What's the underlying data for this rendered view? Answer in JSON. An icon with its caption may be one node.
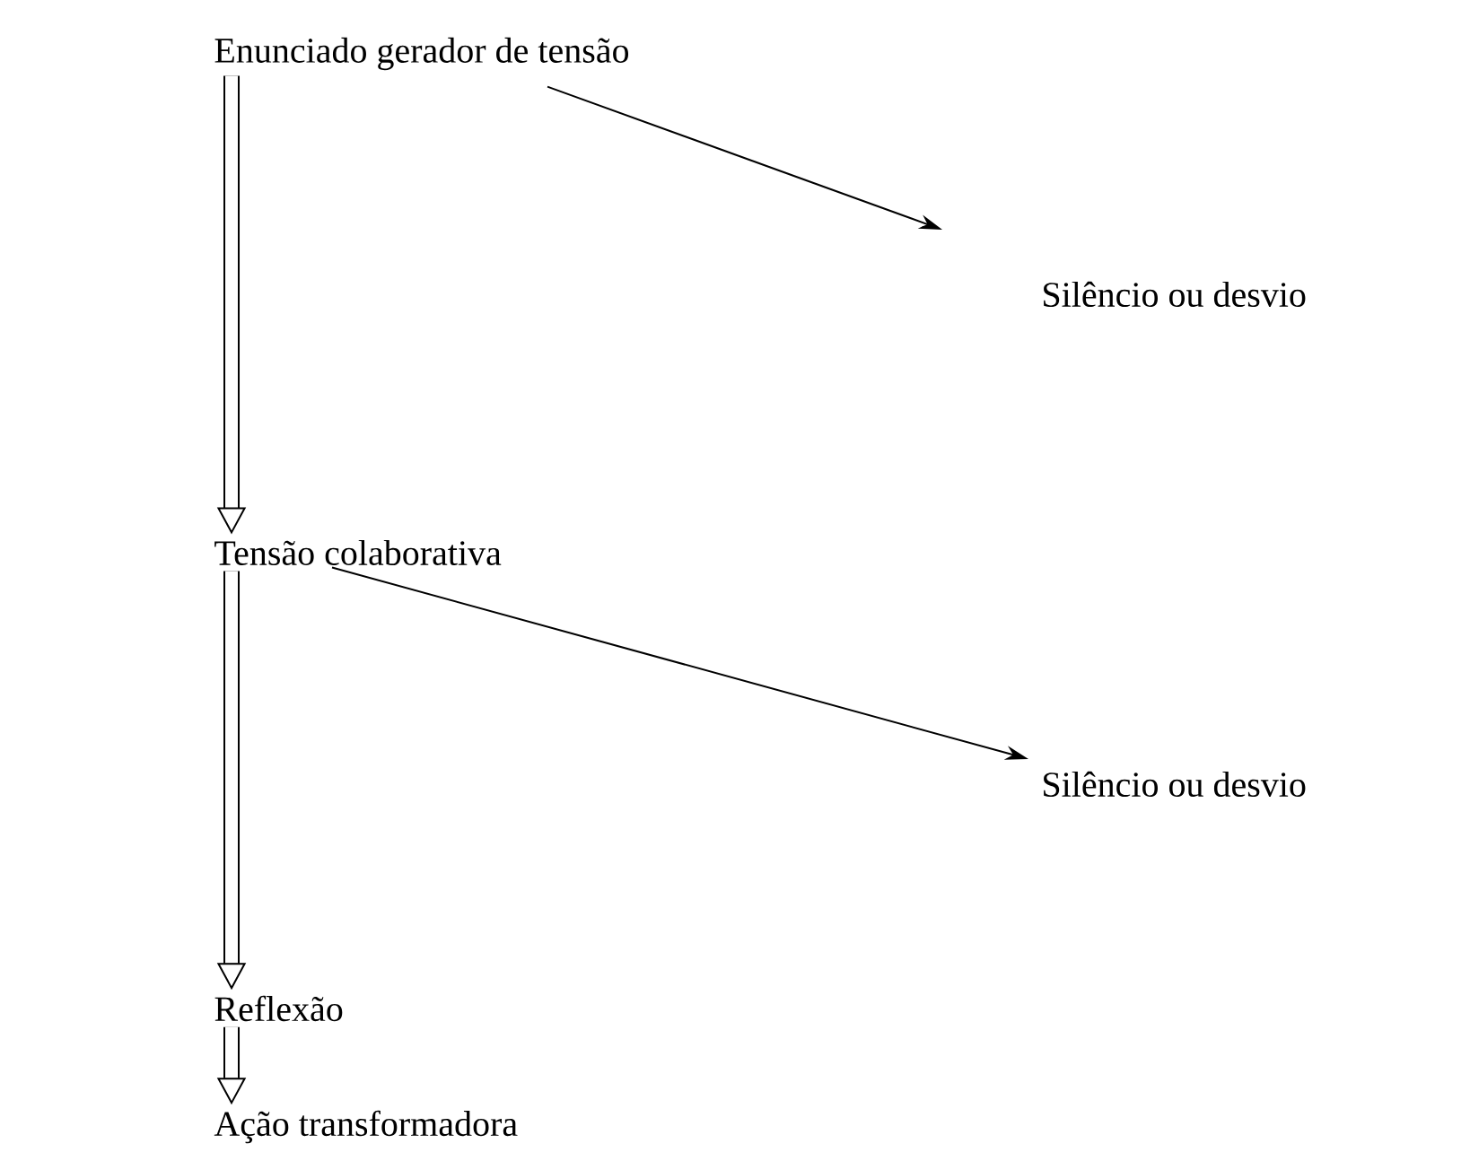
{
  "diagram": {
    "nodes": [
      {
        "text": [
          "Enunciado gerador de tensão"
        ]
      },
      {
        "text": [
          "Silêncio ou desvio"
        ]
      },
      {
        "text": [
          "Tensão colaborativa"
        ]
      },
      {
        "text": [
          "Silêncio ou desvio"
        ]
      },
      {
        "text": [
          "Reflexão"
        ]
      },
      {
        "text": [
          "Ação transformadora"
        ]
      }
    ],
    "edges": [
      {
        "from": 0,
        "to": 2,
        "arrow": "to"
      },
      {
        "from": 0,
        "to": 1,
        "arrow": "to"
      },
      {
        "from": 2,
        "to": 3,
        "arrow": "to"
      },
      {
        "from": 2,
        "to": 4,
        "arrow": "to"
      },
      {
        "from": 4,
        "to": 5,
        "arrow": "to"
      }
    ]
  }
}
